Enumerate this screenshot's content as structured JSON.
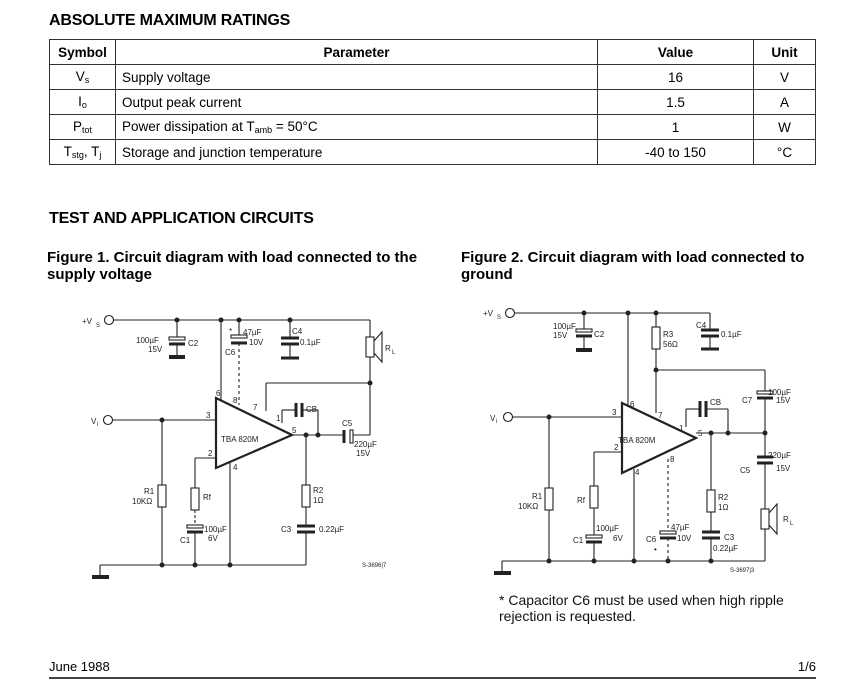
{
  "sections": {
    "absolute_max_ratings": "ABSOLUTE MAXIMUM RATINGS",
    "test_circuits": "TEST AND APPLICATION CIRCUITS"
  },
  "ratings_table": {
    "headers": [
      "Symbol",
      "Parameter",
      "Value",
      "Unit"
    ],
    "rows": [
      {
        "symbol_main": "V",
        "symbol_sub": "s",
        "parameter": "Supply voltage",
        "parameter_sub": "",
        "parameter_tail": "",
        "value": "16",
        "unit": "V"
      },
      {
        "symbol_main": "I",
        "symbol_sub": "o",
        "parameter": "Output peak current",
        "parameter_sub": "",
        "parameter_tail": "",
        "value": "1.5",
        "unit": "A"
      },
      {
        "symbol_main": "P",
        "symbol_sub": "tot",
        "parameter": "Power dissipation at T",
        "parameter_sub": "amb",
        "parameter_tail": " = 50°C",
        "value": "1",
        "unit": "W"
      },
      {
        "symbol_main": "T",
        "symbol_sub": "stg",
        "symbol_tail": ", T",
        "symbol_sub2": "j",
        "parameter": "Storage and junction temperature",
        "parameter_sub": "",
        "parameter_tail": "",
        "value": "-40 to 150",
        "unit": "°C"
      }
    ]
  },
  "figure1": {
    "title": "Figure 1. Circuit diagram with load connected to the supply voltage",
    "labels": {
      "vs": "+V",
      "vs_sub": "S",
      "vi": "V",
      "vi_sub": "i",
      "c2_val": "100µF",
      "c2_volt": "15V",
      "c2": "C2",
      "c6_star": "*",
      "c6_val": "47µF",
      "c6_volt": "10V",
      "c6": "C6",
      "c4": "C4",
      "c4_val": "0.1µF",
      "rl": "R",
      "rl_sub": "L",
      "ic": "TBA 820M",
      "pin6": "6",
      "pin8": "8",
      "pin7": "7",
      "pin3": "3",
      "pin1": "1",
      "pin5": "5",
      "pin2": "2",
      "pin4": "4",
      "cb": "CB",
      "c5": "C5",
      "c5_val": "220µF",
      "c5_volt": "15V",
      "r1": "R1",
      "r1_val": "10KΩ",
      "rf": "Rf",
      "c1": "C1",
      "c1_val": "100µF",
      "c1_volt": "6V",
      "r2": "R2",
      "r2_val": "1Ω",
      "c3": "C3",
      "c3_val": "0.22µF",
      "ref": "S-3696|7"
    }
  },
  "figure2": {
    "title": "Figure 2. Circuit diagram with load connected to ground",
    "labels": {
      "vs": "+V",
      "vs_sub": "S",
      "vi": "V",
      "vi_sub": "i",
      "c2_val": "100µF",
      "c2_volt": "15V",
      "c2": "C2",
      "r3": "R3",
      "r3_val": "56Ω",
      "c4": "C4",
      "c4_val": "0.1µF",
      "cb": "CB",
      "c7": "C7",
      "c7_val": "100µF",
      "c7_volt": "15V",
      "ic": "TBA 820M",
      "pin6": "6",
      "pin7": "7",
      "pin3": "3",
      "pin1": "1",
      "pin5": "5",
      "pin2": "2",
      "pin8": "8",
      "pin4": "4",
      "c5": "C5",
      "c5_val": "220µF",
      "c5_volt": "15V",
      "r1": "R1",
      "r1_val": "10KΩ",
      "rf": "Rf",
      "c1": "C1",
      "c1_val": "100µF",
      "c1_volt": "6V",
      "c6": "C6",
      "c6_val": "47µF",
      "c6_volt": "10V",
      "c6_star": "•",
      "r2": "R2",
      "r2_val": "1Ω",
      "c3": "C3",
      "c3_val": "0.22µF",
      "rl": "R",
      "rl_sub": "L",
      "ref": "S-3697|3"
    },
    "note": "*   Capacitor C6 must be used when high ripple rejection is requested."
  },
  "footer": {
    "date": "June 1988",
    "page": "1/6"
  }
}
